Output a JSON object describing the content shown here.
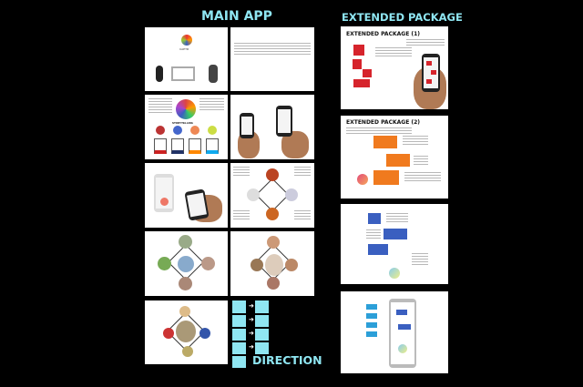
{
  "headers": {
    "main_app": "MAIN APP",
    "extended": "EXTENDED PACKAGE",
    "direction": "DIRECTION"
  },
  "slides": {
    "logo_label": "CAPTR",
    "storytelling": "STORYTELLING",
    "ext1_title": "EXTENDED PACKAGE (1)",
    "ext2_title": "EXTENDED PACKAGE (2)"
  },
  "colors": {
    "accent": "#8fe6f2",
    "red": "#d6242c",
    "orange": "#f07a1e",
    "blue": "#3a5fc0"
  }
}
